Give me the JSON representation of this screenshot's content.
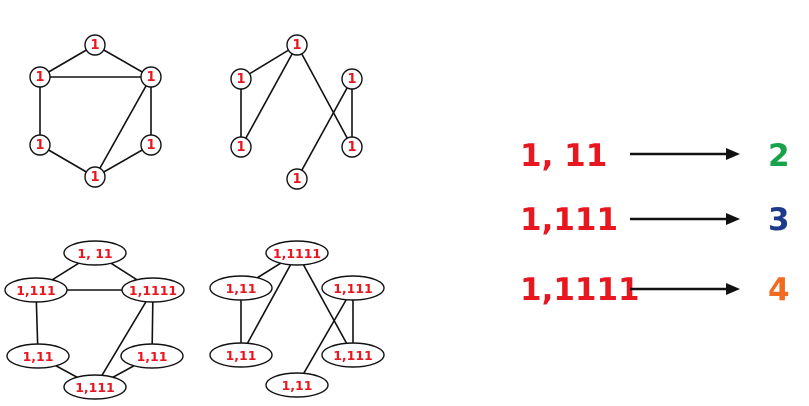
{
  "colors": {
    "label_red": "#e8161e",
    "result_green": "#17a34a",
    "result_blue": "#1e3a8a",
    "result_orange": "#f26b21"
  },
  "graphs": [
    {
      "id": "graph-top-left",
      "nodes": [
        {
          "id": "a",
          "label": "1"
        },
        {
          "id": "b",
          "label": "1"
        },
        {
          "id": "c",
          "label": "1"
        },
        {
          "id": "d",
          "label": "1"
        },
        {
          "id": "e",
          "label": "1"
        },
        {
          "id": "f",
          "label": "1"
        }
      ],
      "edges": [
        [
          "a",
          "b"
        ],
        [
          "a",
          "c"
        ],
        [
          "b",
          "c"
        ],
        [
          "b",
          "d"
        ],
        [
          "d",
          "f"
        ],
        [
          "c",
          "e"
        ],
        [
          "e",
          "f"
        ],
        [
          "c",
          "f"
        ]
      ]
    },
    {
      "id": "graph-top-right",
      "nodes": [
        {
          "id": "a",
          "label": "1"
        },
        {
          "id": "b",
          "label": "1"
        },
        {
          "id": "c",
          "label": "1"
        },
        {
          "id": "d",
          "label": "1"
        },
        {
          "id": "e",
          "label": "1"
        },
        {
          "id": "f",
          "label": "1"
        }
      ],
      "edges": [
        [
          "a",
          "b"
        ],
        [
          "b",
          "d"
        ],
        [
          "a",
          "d"
        ],
        [
          "a",
          "e"
        ],
        [
          "c",
          "e"
        ],
        [
          "c",
          "f"
        ]
      ]
    },
    {
      "id": "graph-bottom-left",
      "nodes": [
        {
          "id": "a",
          "label": "1, 11"
        },
        {
          "id": "b",
          "label": "1,111"
        },
        {
          "id": "c",
          "label": "1,1111"
        },
        {
          "id": "d",
          "label": "1,11"
        },
        {
          "id": "e",
          "label": "1,11"
        },
        {
          "id": "f",
          "label": "1,111"
        }
      ],
      "edges": [
        [
          "a",
          "b"
        ],
        [
          "a",
          "c"
        ],
        [
          "b",
          "c"
        ],
        [
          "b",
          "d"
        ],
        [
          "d",
          "f"
        ],
        [
          "c",
          "e"
        ],
        [
          "e",
          "f"
        ],
        [
          "c",
          "f"
        ]
      ]
    },
    {
      "id": "graph-bottom-right",
      "nodes": [
        {
          "id": "a",
          "label": "1,1111"
        },
        {
          "id": "b",
          "label": "1,11"
        },
        {
          "id": "c",
          "label": "1,111"
        },
        {
          "id": "d",
          "label": "1,11"
        },
        {
          "id": "e",
          "label": "1,111"
        },
        {
          "id": "f",
          "label": "1,11"
        }
      ],
      "edges": [
        [
          "a",
          "b"
        ],
        [
          "b",
          "d"
        ],
        [
          "a",
          "d"
        ],
        [
          "a",
          "e"
        ],
        [
          "c",
          "e"
        ],
        [
          "c",
          "f"
        ]
      ]
    }
  ],
  "mappings": [
    {
      "source": "1, 11",
      "target": "2",
      "target_color": "#17a34a"
    },
    {
      "source": "1,111",
      "target": "3",
      "target_color": "#1e3a8a"
    },
    {
      "source": "1,1111",
      "target": "4",
      "target_color": "#f26b21"
    }
  ]
}
